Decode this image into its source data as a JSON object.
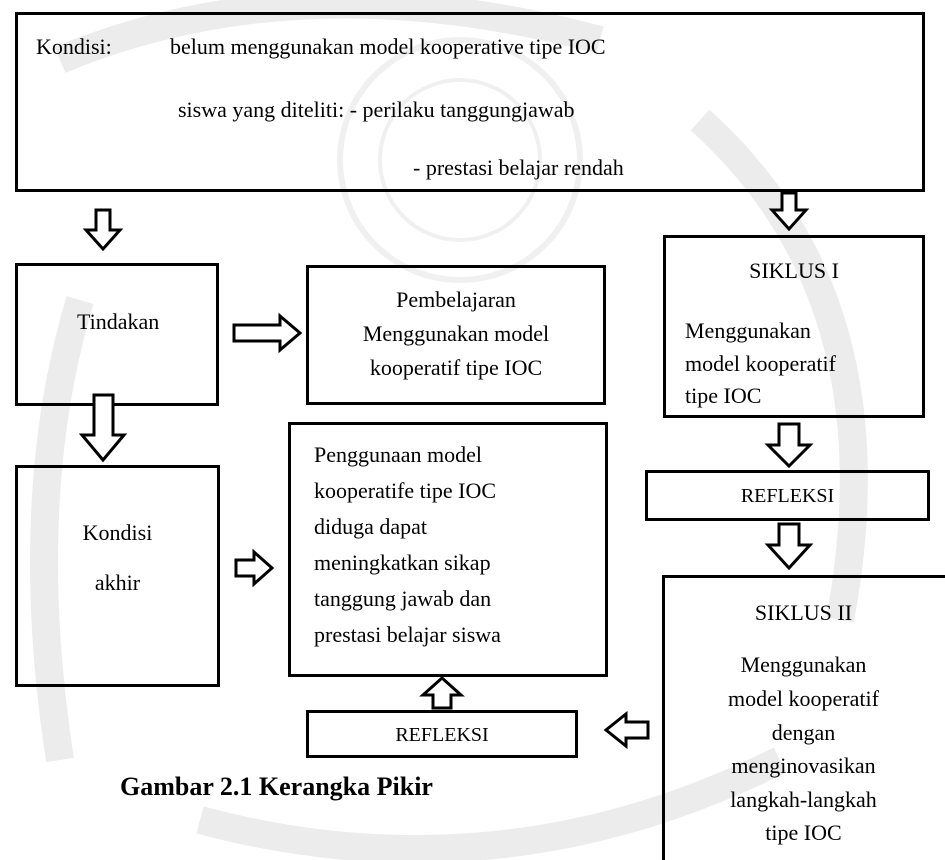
{
  "top_box": {
    "line1_label": "Kondisi:",
    "line1_text": "belum menggunakan  model kooperative tipe IOC",
    "line2": "siswa yang diteliti:  - perilaku tanggungjawab",
    "line3": "- prestasi belajar  rendah"
  },
  "tindakan": {
    "label": "Tindakan"
  },
  "pembelajaran": {
    "line1": "Pembelajaran",
    "line2": "Menggunakan  model",
    "line3": "kooperatif tipe IOC"
  },
  "siklus1": {
    "title": "SIKLUS I",
    "line1": "Menggunakan",
    "line2": "model kooperatif",
    "line3": "tipe IOC"
  },
  "refleksi_right": {
    "label": "REFLEKSI"
  },
  "kondisi_akhir": {
    "line1": "Kondisi",
    "line2": "akhir"
  },
  "penggunaan": {
    "line1": "Penggunaan model",
    "line2": "kooperatife tipe IOC",
    "line3": "diduga dapat",
    "line4": "meningkatkan sikap",
    "line5": "tanggung jawab dan",
    "line6": "prestasi belajar siswa"
  },
  "siklus2": {
    "title": "SIKLUS II",
    "line1": "Menggunakan",
    "line2": "model kooperatif",
    "line3": "dengan",
    "line4": "menginovasikan",
    "line5": "langkah-langkah",
    "line6": "tipe IOC"
  },
  "refleksi_bottom": {
    "label": "REFLEKSI"
  },
  "caption": "Gambar 2.1 Kerangka Pikir"
}
